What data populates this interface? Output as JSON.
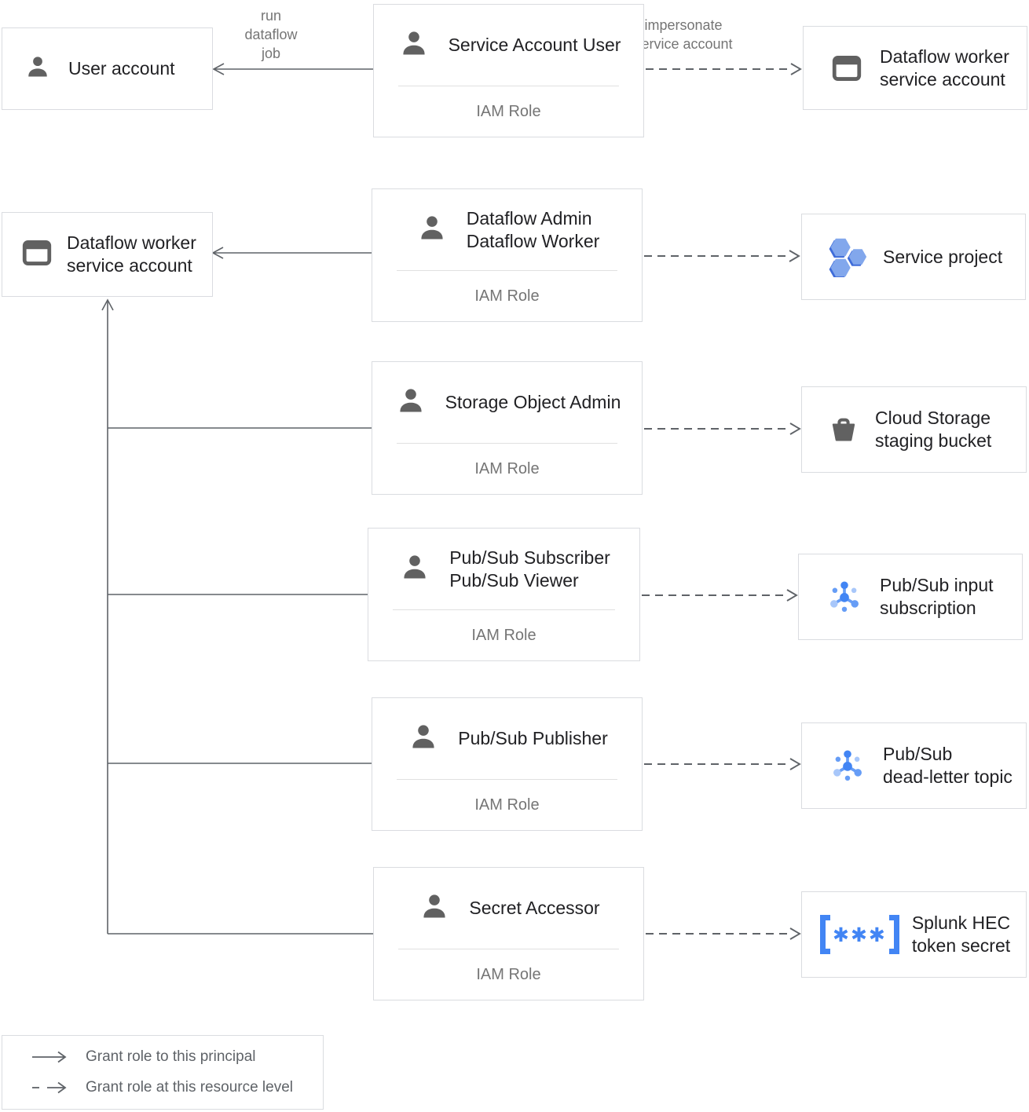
{
  "principals": {
    "user_account": {
      "label": "User account"
    },
    "dataflow_worker_sa": {
      "lines": [
        "Dataflow worker",
        "service account"
      ]
    }
  },
  "iam_roles": [
    {
      "titles": [
        "Service Account User"
      ],
      "subtitle": "IAM Role"
    },
    {
      "titles": [
        "Dataflow Admin",
        "Dataflow Worker"
      ],
      "subtitle": "IAM Role"
    },
    {
      "titles": [
        "Storage Object Admin"
      ],
      "subtitle": "IAM Role"
    },
    {
      "titles": [
        "Pub/Sub Subscriber",
        "Pub/Sub Viewer"
      ],
      "subtitle": "IAM Role"
    },
    {
      "titles": [
        "Pub/Sub Publisher"
      ],
      "subtitle": "IAM Role"
    },
    {
      "titles": [
        "Secret Accessor"
      ],
      "subtitle": "IAM Role"
    }
  ],
  "resources": [
    {
      "lines": [
        "Dataflow worker",
        "service account"
      ],
      "icon": "service-account-card-icon"
    },
    {
      "lines": [
        "Service project"
      ],
      "icon": "hexagons-project-icon"
    },
    {
      "lines": [
        "Cloud Storage",
        "staging bucket"
      ],
      "icon": "storage-bucket-icon"
    },
    {
      "lines": [
        "Pub/Sub input",
        "subscription"
      ],
      "icon": "pubsub-graph-icon"
    },
    {
      "lines": [
        "Pub/Sub",
        "dead-letter topic"
      ],
      "icon": "pubsub-graph-icon"
    },
    {
      "lines": [
        "Splunk HEC",
        "token secret"
      ],
      "icon": "secret-brackets-icon"
    }
  ],
  "edge_labels": {
    "run": [
      "run",
      "dataflow",
      "job"
    ],
    "impersonate": [
      "impersonate",
      "service account"
    ]
  },
  "legend": {
    "solid_label": "Grant role to this principal",
    "dashed_label": "Grant role at this resource level"
  },
  "icons": {
    "iam_principal": "person-icon",
    "service_account": "service-account-card-icon",
    "secret_glyph": "✱✱✱"
  },
  "colors": {
    "border": "#dadce0",
    "divider": "#e0e0e0",
    "title_text": "#212124",
    "muted_text": "#757575",
    "legend_text": "#5f6368",
    "arrow": "#5f6368",
    "icon_gray": "#616161",
    "blue": "#4285f4",
    "blue_medium": "#669df6",
    "blue_light": "#a8c7fa",
    "hex_main": "#82a7ec",
    "hex_dark": "#3f6cd9"
  }
}
